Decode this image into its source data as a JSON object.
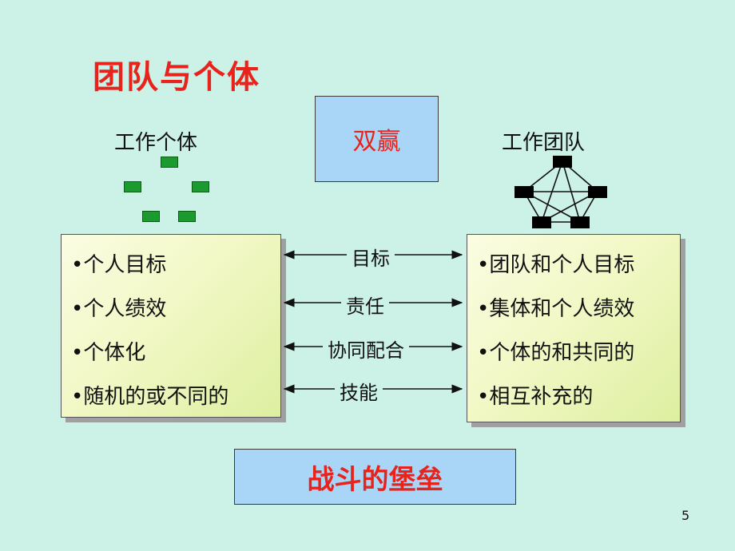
{
  "title": "团队与个体",
  "left_heading": "工作个体",
  "right_heading": "工作团队",
  "center_box": "双赢",
  "left_items": [
    "•个人目标",
    "•个人绩效",
    "•个体化",
    "•随机的或不同的"
  ],
  "right_items": [
    "•团队和个人目标",
    "•集体和个人绩效",
    "•个体的和共同的",
    "•相互补充的"
  ],
  "connectors": [
    "目标",
    "责任",
    "协同配合",
    "技能"
  ],
  "bottom_box": "战斗的堡垒",
  "page_number": "5",
  "colors": {
    "background": "#ccf2e8",
    "title_red": "#e8231b",
    "box_blue": "#a9d6f7",
    "node_green": "#1a9a2f"
  }
}
